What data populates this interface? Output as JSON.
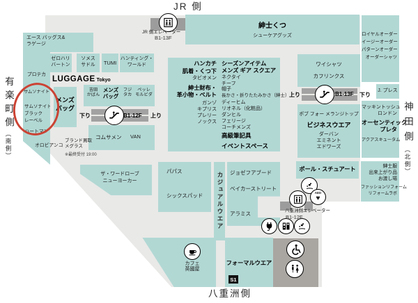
{
  "labels": {
    "jr_side": "JR 側",
    "yurakucho": "有楽町側",
    "minami": "（南側）",
    "kanda": "神田側",
    "kita": "（北側）",
    "yaesu": "八重洲側"
  },
  "luggage": {
    "title": "LUGGAGE",
    "title_sub": "Tokyo",
    "ace1": "エース バッグス&",
    "ace2": "ラゲージ",
    "zero1": "ゼロハリ",
    "zero2": "バートン",
    "somes1": "ソメス",
    "somes2": "サドル",
    "tumi": "TUMI",
    "hunting1": "ハンティング・",
    "hunting2": "ワールド",
    "proteca": "プロテカ",
    "samsonite": "サムソナイト",
    "black1": "サムソナイト",
    "black2": "ブラック",
    "black3": "レーベル",
    "hartmann": "ハートマン",
    "mensbag1": "メンズ",
    "mensbag2": "バッグ",
    "yoshida1": "吉田",
    "yoshida2": "かばん",
    "ybag1": "メンズ",
    "ybag2": "バッグ",
    "fujitaka1": "フジ",
    "fujitaka2": "タカ",
    "pelle1": "ペッレ",
    "pelle2": "モルビダ",
    "comme": "コムサメン",
    "van": "VAN",
    "kaitori1": "ブランド買取",
    "kaitori2": "メグラス",
    "kaitori_note": "※最終受付 19:00",
    "orobianco": "オロビアンコ",
    "wardrobe1": "ザ・ワードローブ",
    "wardrobe2": "ニューヨーカー"
  },
  "shoes": {
    "name": "紳士くつ",
    "sub": "シューケアグッズ"
  },
  "center": {
    "hankachi": "ハンカチ",
    "hadagi": "肌着・くつ下",
    "tabio": "タビオメン",
    "saifu1": "紳士財布・",
    "saifu2": "革小物・ベルト",
    "ganzo": "ガンゾ",
    "cypris": "キプリス",
    "prairie": "プレリー",
    "knox": "ノックス",
    "season": "シーズンアイテム",
    "gear": "メンズ ギア スクエア",
    "necktie": "ネクタイ",
    "chief": "チーフ",
    "hat": "帽子",
    "umbrella": "長かさ・折りたたみかさ（紳士）",
    "dheim": "ディーヒム",
    "lionel": "リオネル（化粧品）",
    "dunhill": "ダンヒル",
    "felisi": "フェリージ",
    "coach": "コーチメンズ",
    "pens": "高級筆記具",
    "event": "イベントスペース"
  },
  "right_col": {
    "royal": "ロイヤルオーダー",
    "easy": "イージーオーダー",
    "pattern": "パターンオーダー",
    "ordershirt": "オーダーシャツ",
    "jpress": "J. プレス",
    "mackintosh1": "マッキントッシュ",
    "mackintosh2": "ロンドン",
    "authentic1": "オーセンティック",
    "authentic2": "プレタ",
    "aquascutum": "アクアスキュータム",
    "pickup1": "紳士服",
    "pickup2": "出来上がり品",
    "pickup3": "お渡し場",
    "reform1": "ファッションリフォーム",
    "reform2": "リフォームラボ"
  },
  "business": {
    "shirt1": "ワイシャツ",
    "shirt2": "カフリンクス",
    "pob": "ポブ フォー メランジトップ",
    "bizwear": "ビジネスウエア",
    "durban": "ダーバン",
    "eminent": "エミネント",
    "edwards": "エドワーズ",
    "paul": "ポール・スチュアート"
  },
  "casual": {
    "papas": "パパス",
    "sixpad": "シックスパッド",
    "strip": "カジュアルウエア",
    "joseph": "ジョゼフアブード",
    "baker": "ベイカーストリート",
    "aramis": "アラミス"
  },
  "bottom_area": {
    "cafe1": "カフェ",
    "cafe2": "英國屋",
    "formal": "フォーマルウエア",
    "s1": "S1"
  },
  "transit": {
    "jr_elev_label": "JR 側エレベーター",
    "jr_elev_floor": "B1-13F",
    "esc_l_down": "下り",
    "esc_l_label": "B1-12F",
    "esc_l_up": "上り",
    "esc_r_up": "上り",
    "esc_r_label": "B1-13F",
    "esc_r_down": "下り",
    "yaesu_elev_label": "八重洲側エレベーター",
    "yaesu_elev_floor": "B1-12F",
    "aed": "AED"
  },
  "colors": {
    "teal": "#b2d8d4",
    "floor": "#e9e9e7",
    "red_circle": "#cb4334",
    "gray_block": "#9c9c9c",
    "toilet_block": "#a9a5a1",
    "badge": "#111111"
  }
}
